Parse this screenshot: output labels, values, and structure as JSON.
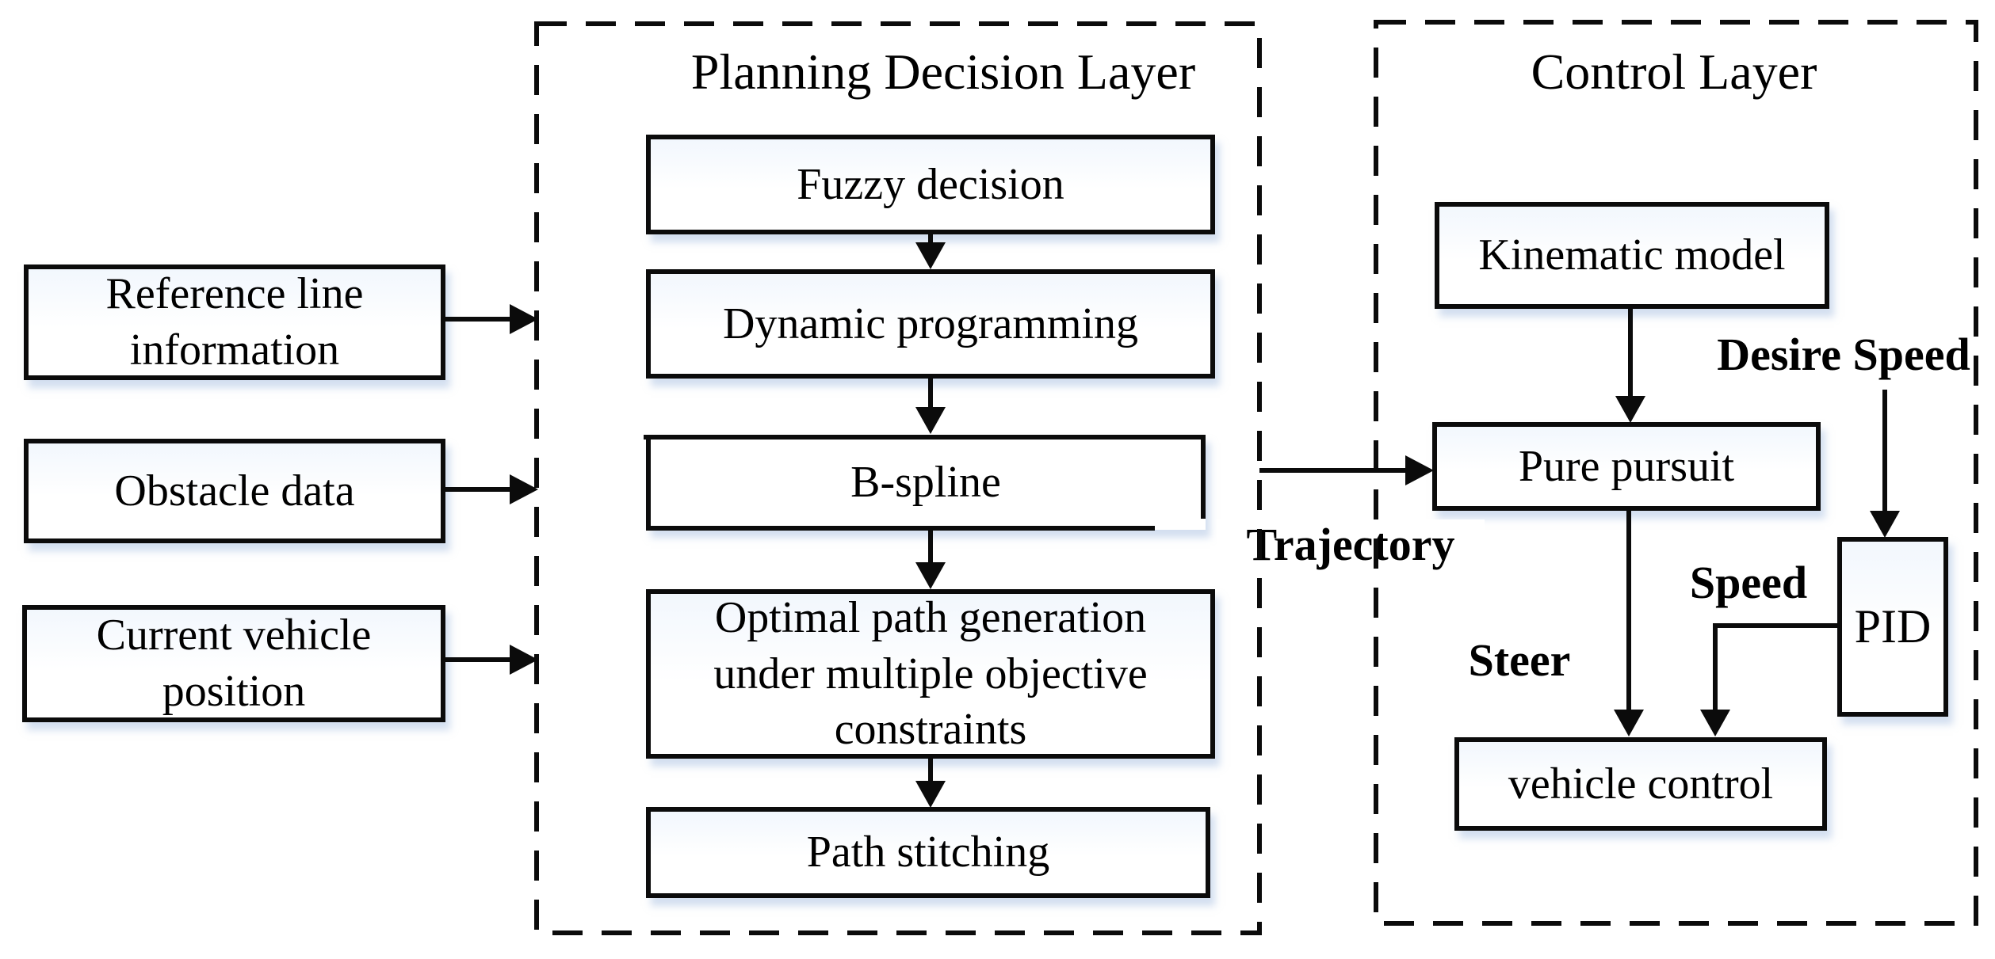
{
  "diagram": {
    "colors": {
      "line": "#0b0b0b",
      "background": "#ffffff",
      "shadow": "rgba(167,191,226,0.5)"
    },
    "inputs": [
      {
        "label": "Reference line information"
      },
      {
        "label": "Obstacle data"
      },
      {
        "label": "Current vehicle position"
      }
    ],
    "planning_layer": {
      "title": "Planning Decision Layer",
      "nodes": [
        {
          "label": "Fuzzy decision"
        },
        {
          "label": "Dynamic programming"
        },
        {
          "label": "B-spline"
        },
        {
          "label": "Optimal path generation under multiple objective constraints"
        },
        {
          "label": "Path stitching"
        }
      ]
    },
    "control_layer": {
      "title": "Control Layer",
      "nodes": [
        {
          "label": "Kinematic model"
        },
        {
          "label": "Pure pursuit"
        },
        {
          "label": "PID"
        },
        {
          "label": "vehicle control"
        }
      ]
    },
    "edge_labels": {
      "trajectory": "Trajectory",
      "desire_speed": "Desire Speed",
      "speed": "Speed",
      "steer": "Steer"
    }
  }
}
